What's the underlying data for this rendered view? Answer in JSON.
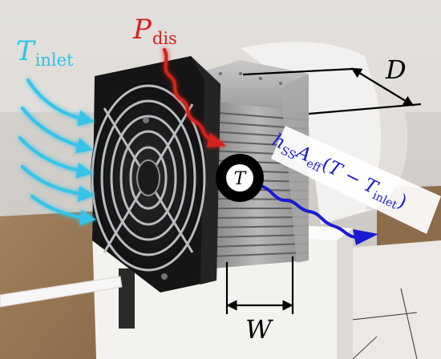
{
  "annotations": {
    "t_inlet": {
      "symbol": "T",
      "sub": "inlet"
    },
    "p_dis": {
      "symbol": "P",
      "sub": "dis"
    },
    "depth": {
      "symbol": "D"
    },
    "width": {
      "symbol": "W"
    },
    "node": {
      "symbol": "T"
    },
    "heat_flow": {
      "h": "h",
      "h_sub": "SS",
      "a": "A",
      "a_sub": "eff",
      "open": "(",
      "t": "T",
      "minus": " − ",
      "t2": "T",
      "t2_sub": "inlet",
      "close": ")"
    }
  },
  "colors": {
    "inlet_arrows": "#35c4e8",
    "inlet_text": "#2ec3e6",
    "dissipation": "#d4231c",
    "convection": "#1a1ad2",
    "background": "#ffffff",
    "fan_frame": "#141414",
    "heatsink": "#9b9b9b"
  }
}
